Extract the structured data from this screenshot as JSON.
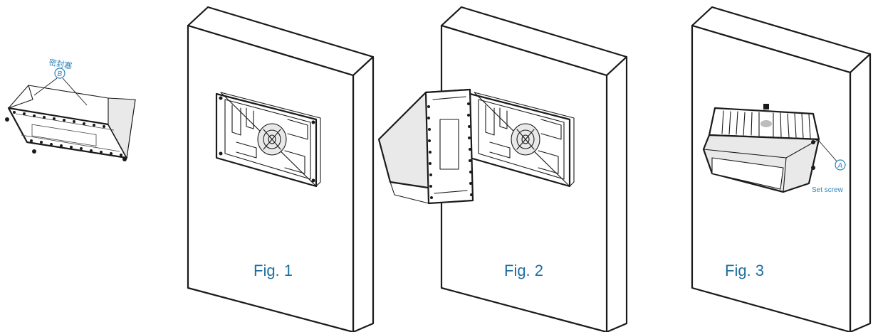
{
  "detail": {
    "seal_label": "密封塞",
    "callout_b": "B"
  },
  "figures": [
    {
      "label": "Fig. 1"
    },
    {
      "label": "Fig. 2"
    },
    {
      "label": "Fig. 3",
      "callout_a": "A",
      "set_screw_label": "Set screw"
    }
  ]
}
